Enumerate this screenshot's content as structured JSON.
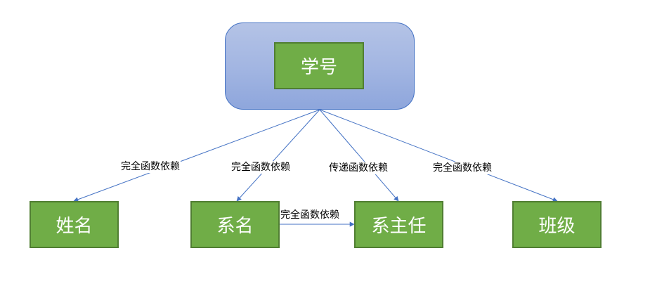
{
  "nodes": {
    "root": "学号",
    "name": "姓名",
    "dept": "系名",
    "head": "系主任",
    "class": "班级"
  },
  "edges": [
    {
      "from": "root",
      "to": "name",
      "label": "完全函数依赖"
    },
    {
      "from": "root",
      "to": "dept",
      "label": "完全函数依赖"
    },
    {
      "from": "root",
      "to": "head",
      "label": "传递函数依赖"
    },
    {
      "from": "root",
      "to": "class",
      "label": "完全函数依赖"
    },
    {
      "from": "dept",
      "to": "head",
      "label": "完全函数依赖"
    }
  ],
  "colors": {
    "node_fill": "#70ad47",
    "node_border": "#507e32",
    "container_fill": "#a3b6e2",
    "container_border": "#4472c4",
    "edge": "#4472c4"
  }
}
